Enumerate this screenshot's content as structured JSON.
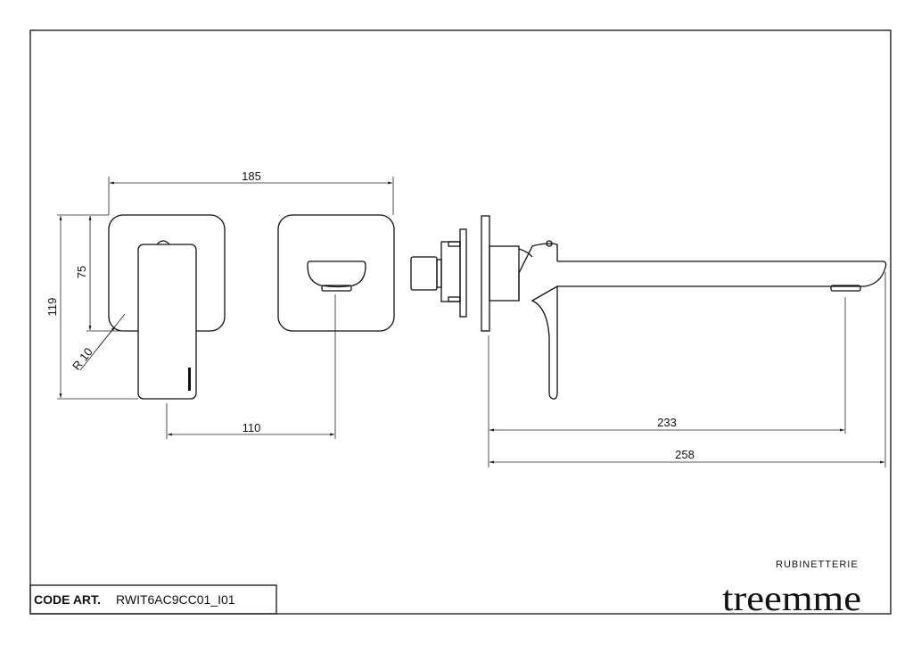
{
  "title_block": {
    "code_label": "CODE ART.",
    "code_value": "RWIT6AC9CC01_I01"
  },
  "logo": {
    "brand": "treemme",
    "tagline": "RUBINETTERIE"
  },
  "dimensions": {
    "width_total": "185",
    "height_total": "119",
    "plate_height": "75",
    "radius": "R 10",
    "spacing": "110",
    "spout_outlet": "233",
    "projection_total": "258"
  },
  "colors": {
    "line": "#111111",
    "background": "#ffffff"
  }
}
